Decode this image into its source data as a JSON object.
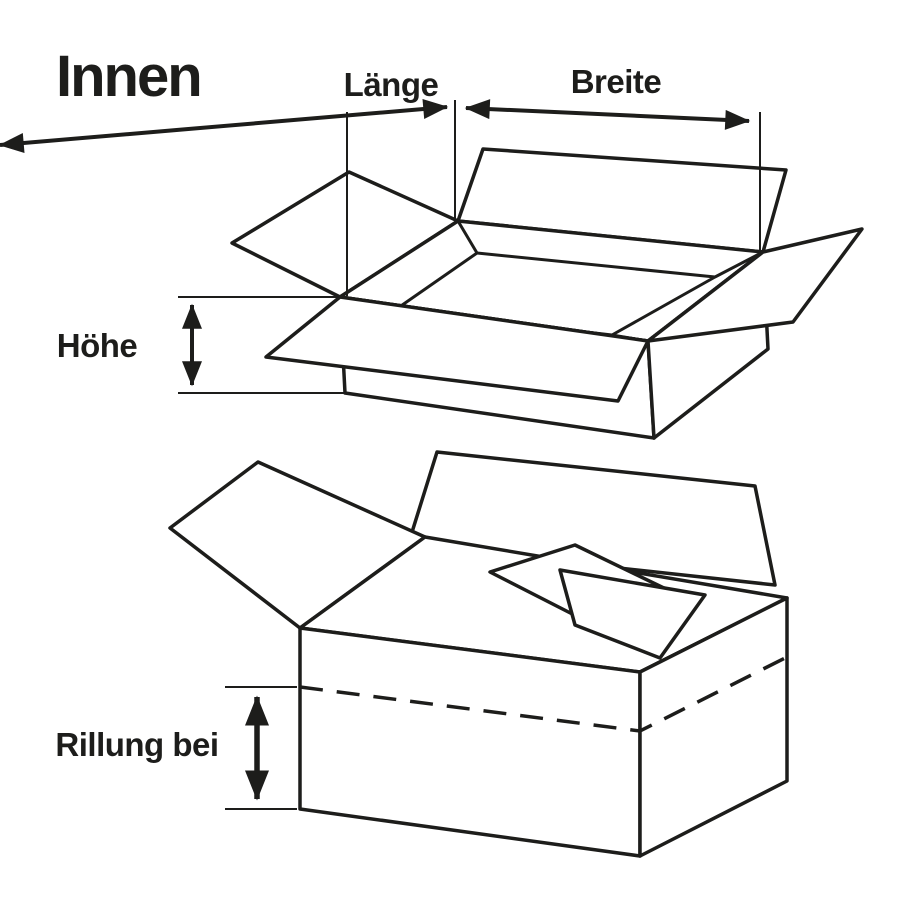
{
  "colors": {
    "line": "#1d1d1b",
    "background": "#ffffff"
  },
  "title": "Innen",
  "labels": {
    "laenge": "Länge",
    "breite": "Breite",
    "hoehe": "Höhe",
    "rillung_bei": "Rillung bei"
  },
  "diagram": {
    "type": "box-dimension-line-drawing",
    "figures": [
      "open carton with flaps showing inner length, width and height",
      "open carton with dashed crease line showing crease position"
    ]
  }
}
